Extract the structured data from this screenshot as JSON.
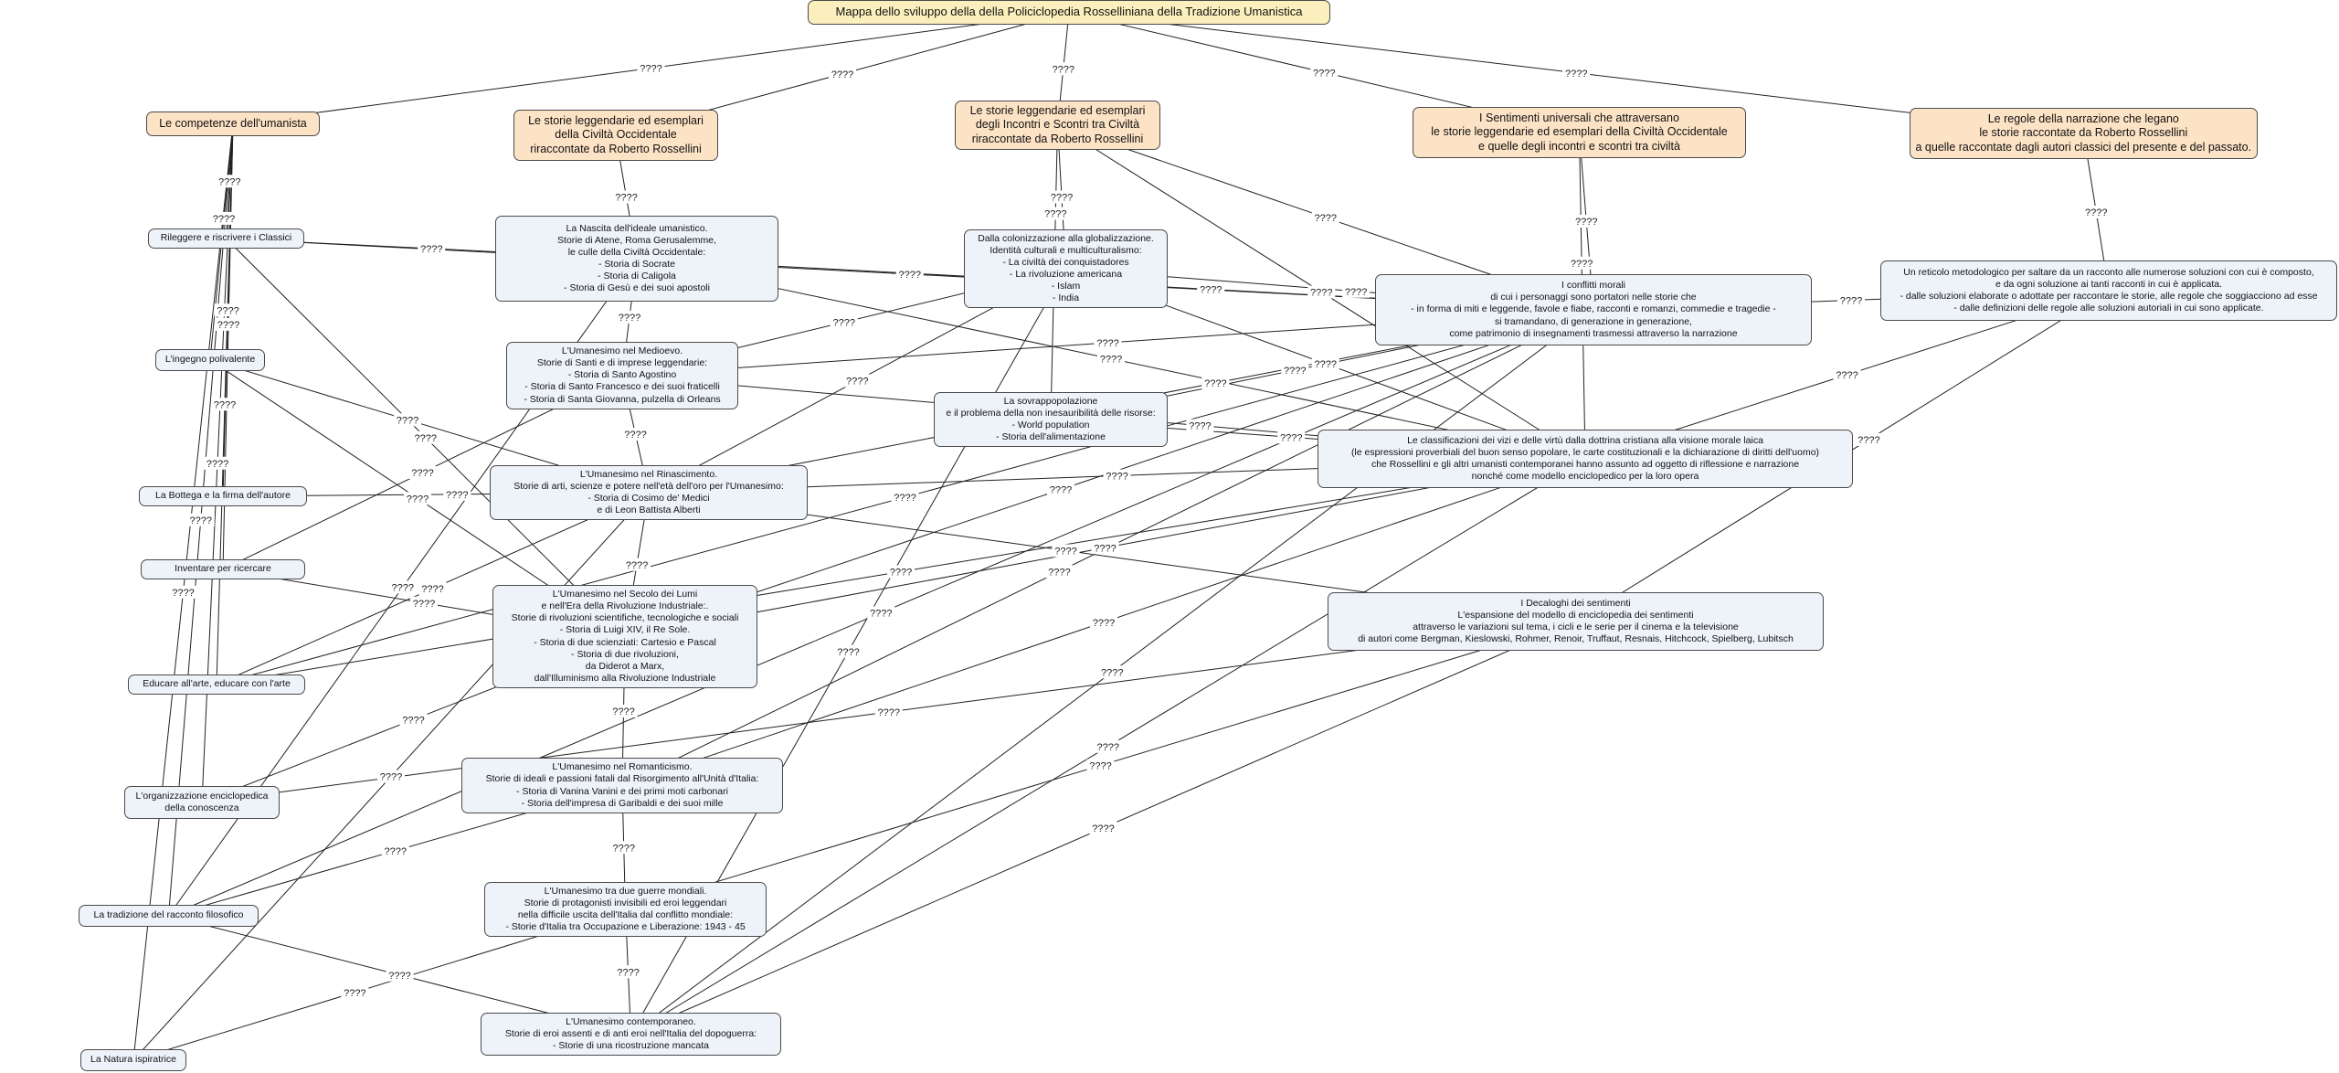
{
  "nodes": [
    {
      "id": "root",
      "kind": "root",
      "text": "Mappa dello sviluppo della della Policiclopedia Rosselliniana della Tradizione Umanistica"
    },
    {
      "id": "comp",
      "kind": "topic",
      "text": "Le competenze dell'umanista"
    },
    {
      "id": "civocc",
      "kind": "topic",
      "text": "Le storie leggendarie ed esemplari\ndella Civiltà Occidentale\nriraccontate da Roberto Rossellini"
    },
    {
      "id": "incontri",
      "kind": "topic",
      "text": "Le storie leggendarie ed esemplari\ndegli Incontri e Scontri tra Civiltà\nriraccontate da Roberto Rossellini"
    },
    {
      "id": "sentimenti",
      "kind": "topic",
      "text": "I Sentimenti universali che attraversano\nle storie leggendarie ed esemplari della Civiltà Occidentale\ne quelle degli incontri e scontri tra civiltà"
    },
    {
      "id": "regole",
      "kind": "topic",
      "text": "Le regole della narrazione che legano\nle storie raccontate da Roberto Rossellini\na quelle raccontate dagli autori classici del presente e del passato."
    },
    {
      "id": "nascita",
      "kind": "concept",
      "text": "La Nascita dell'ideale umanistico.\nStorie di Atene, Roma Gerusalemme,\nle culle della Civiltà Occidentale:\n- Storia di Socrate\n- Storia di Caligola\n- Storia di Gesù e dei suoi apostoli"
    },
    {
      "id": "colonizz",
      "kind": "concept",
      "text": "Dalla colonizzazione alla globalizzazione.\nIdentità culturali e multiculturalismo:\n- La civiltà dei conquistadores\n- La rivoluzione americana\n- Islam\n- India"
    },
    {
      "id": "conflitti",
      "kind": "concept",
      "text": "I conflitti morali\ndi cui i personaggi sono portatori nelle storie che\n- in forma di miti e leggende, favole e fiabe, racconti e romanzi, commedie e tragedie -\nsi tramandano, di generazione in generazione,\ncome patrimonio di insegnamenti trasmessi attraverso la narrazione"
    },
    {
      "id": "reticolo",
      "kind": "concept",
      "text": "Un reticolo metodologico per saltare da un racconto alle numerose soluzioni con cui è composto,\ne da ogni soluzione ai tanti racconti in cui è applicata.\n- dalle soluzioni elaborate o adottate per raccontare le storie, alle regole che soggiacciono ad esse\n- dalle definizioni delle regole alle soluzioni autoriali in cui sono applicate."
    },
    {
      "id": "medioevo",
      "kind": "concept",
      "text": "L'Umanesimo nel Medioevo.\nStorie di Santi e di imprese leggendarie:\n- Storia di Santo Agostino\n- Storia di Santo Francesco e dei suoi fraticelli\n- Storia di Santa Giovanna, pulzella di Orleans"
    },
    {
      "id": "sovrapp",
      "kind": "concept",
      "text": "La sovrappopolazione\ne il problema della non inesauribilità delle risorse:\n- World population\n- Storia dell'alimentazione"
    },
    {
      "id": "classif",
      "kind": "concept",
      "text": "Le classificazioni dei vizi e delle virtù dalla dottrina cristiana alla visione morale laica\n(le espressioni proverbiali del buon senso popolare, le carte costituzionali e la dichiarazione di diritti dell'uomo)\nche Rossellini e gli altri umanisti contemporanei hanno assunto ad oggetto di riflessione e narrazione\nnonché come modello enciclopedico per la loro opera"
    },
    {
      "id": "rinasc",
      "kind": "concept",
      "text": "L'Umanesimo nel Rinascimento.\nStorie di arti, scienze e potere nell'età dell'oro per l'Umanesimo:\n- Storia di Cosimo de' Medici\ne di Leon Battista Alberti"
    },
    {
      "id": "lumi",
      "kind": "concept",
      "text": "L'Umanesimo nel Secolo dei Lumi\ne nell'Era della Rivoluzione Industriale:.\nStorie di rivoluzioni scientifiche, tecnologiche e sociali\n- Storia di Luigi XIV, il Re Sole.\n- Storia di due scienziati: Cartesio e Pascal\n- Storia di due rivoluzioni,\nda Diderot a Marx,\ndall'Illuminismo alla Rivoluzione Industriale"
    },
    {
      "id": "decaloghi",
      "kind": "concept",
      "text": "I Decaloghi dei sentimenti\nL'espansione del modello di enciclopedia dei sentimenti\nattraverso le variazioni sul tema, i cicli e le serie per il cinema e la televisione\ndi autori come Bergman, Kieslowski, Rohmer, Renoir, Truffaut, Resnais, Hitchcock, Spielberg, Lubitsch"
    },
    {
      "id": "romant",
      "kind": "concept",
      "text": "L'Umanesimo nel Romanticismo.\nStorie di ideali e passioni fatali dal Risorgimento all'Unità d'Italia:\n- Storia di Vanina Vanini e dei primi moti carbonari\n- Storia dell'impresa di Garibaldi e dei suoi mille"
    },
    {
      "id": "guerre",
      "kind": "concept",
      "text": "L'Umanesimo tra due guerre mondiali.\nStorie di protagonisti invisibili ed eroi leggendari\nnella difficile uscita dell'Italia dal conflitto mondiale:\n- Storie d'Italia tra Occupazione e Liberazione: 1943 - 45"
    },
    {
      "id": "contemp",
      "kind": "concept",
      "text": "L'Umanesimo contemporaneo.\nStorie di eroi assenti e di anti eroi nell'Italia del dopoguerra:\n- Storie di una ricostruzione mancata"
    },
    {
      "id": "rileggere",
      "kind": "concept",
      "text": "Rileggere e riscrivere i Classici"
    },
    {
      "id": "ingegno",
      "kind": "concept",
      "text": "L'ingegno polivalente"
    },
    {
      "id": "bottega",
      "kind": "concept",
      "text": "La Bottega e la firma dell'autore"
    },
    {
      "id": "inventare",
      "kind": "concept",
      "text": "Inventare per ricercare"
    },
    {
      "id": "educare",
      "kind": "concept",
      "text": "Educare all'arte, educare con l'arte"
    },
    {
      "id": "organizz",
      "kind": "concept",
      "text": "L'organizzazione enciclopedica\ndella conoscenza"
    },
    {
      "id": "tradizione",
      "kind": "concept",
      "text": "La tradizione del racconto filosofico"
    },
    {
      "id": "natura",
      "kind": "concept",
      "text": "La Natura ispiratrice"
    }
  ],
  "edges": [
    {
      "from": "root",
      "to": "comp",
      "label": "????"
    },
    {
      "from": "root",
      "to": "civocc",
      "label": "????"
    },
    {
      "from": "root",
      "to": "incontri",
      "label": "????"
    },
    {
      "from": "root",
      "to": "sentimenti",
      "label": "????"
    },
    {
      "from": "root",
      "to": "regole",
      "label": "????"
    },
    {
      "from": "comp",
      "to": "rileggere",
      "label": "????"
    },
    {
      "from": "comp",
      "to": "ingegno",
      "label": "????"
    },
    {
      "from": "comp",
      "to": "bottega",
      "label": "????"
    },
    {
      "from": "comp",
      "to": "inventare",
      "label": "????"
    },
    {
      "from": "comp",
      "to": "educare",
      "label": "????"
    },
    {
      "from": "comp",
      "to": "organizz",
      "label": "????"
    },
    {
      "from": "comp",
      "to": "tradizione",
      "label": "????"
    },
    {
      "from": "comp",
      "to": "natura",
      "label": "????"
    },
    {
      "from": "civocc",
      "to": "nascita",
      "label": "????"
    },
    {
      "from": "nascita",
      "to": "medioevo",
      "label": "????"
    },
    {
      "from": "medioevo",
      "to": "rinasc",
      "label": "????"
    },
    {
      "from": "rinasc",
      "to": "lumi",
      "label": "????"
    },
    {
      "from": "lumi",
      "to": "romant",
      "label": "????"
    },
    {
      "from": "romant",
      "to": "guerre",
      "label": "????"
    },
    {
      "from": "guerre",
      "to": "contemp",
      "label": "????"
    },
    {
      "from": "incontri",
      "to": "colonizz",
      "label": "????"
    },
    {
      "from": "incontri",
      "to": "sovrapp",
      "label": "????"
    },
    {
      "from": "incontri",
      "to": "conflitti",
      "label": "????"
    },
    {
      "from": "incontri",
      "to": "classif",
      "label": "????"
    },
    {
      "from": "sentimenti",
      "to": "conflitti",
      "label": "????"
    },
    {
      "from": "sentimenti",
      "to": "classif",
      "label": "????"
    },
    {
      "from": "regole",
      "to": "reticolo",
      "label": "????"
    },
    {
      "from": "conflitti",
      "to": "reticolo",
      "label": "????"
    },
    {
      "from": "reticolo",
      "to": "classif",
      "label": "????"
    },
    {
      "from": "reticolo",
      "to": "decaloghi",
      "label": "????"
    },
    {
      "from": "nascita",
      "to": "conflitti",
      "label": "????"
    },
    {
      "from": "nascita",
      "to": "classif",
      "label": "????"
    },
    {
      "from": "medioevo",
      "to": "conflitti",
      "label": "????"
    },
    {
      "from": "medioevo",
      "to": "classif",
      "label": "????"
    },
    {
      "from": "medioevo",
      "to": "colonizz",
      "label": "????"
    },
    {
      "from": "rinasc",
      "to": "conflitti",
      "label": "????"
    },
    {
      "from": "rinasc",
      "to": "classif",
      "label": "????"
    },
    {
      "from": "rinasc",
      "to": "colonizz",
      "label": "????"
    },
    {
      "from": "lumi",
      "to": "conflitti",
      "label": "????"
    },
    {
      "from": "lumi",
      "to": "classif",
      "label": "????"
    },
    {
      "from": "romant",
      "to": "conflitti",
      "label": "????"
    },
    {
      "from": "romant",
      "to": "classif",
      "label": "????"
    },
    {
      "from": "guerre",
      "to": "decaloghi",
      "label": "????"
    },
    {
      "from": "contemp",
      "to": "conflitti",
      "label": "????"
    },
    {
      "from": "contemp",
      "to": "classif",
      "label": "????"
    },
    {
      "from": "contemp",
      "to": "decaloghi",
      "label": "????"
    },
    {
      "from": "contemp",
      "to": "colonizz",
      "label": "????"
    },
    {
      "from": "colonizz",
      "to": "conflitti",
      "label": "????"
    },
    {
      "from": "colonizz",
      "to": "classif",
      "label": "????"
    },
    {
      "from": "sovrapp",
      "to": "conflitti",
      "label": "????"
    },
    {
      "from": "sovrapp",
      "to": "classif",
      "label": "????"
    },
    {
      "from": "rileggere",
      "to": "nascita",
      "label": "????"
    },
    {
      "from": "rileggere",
      "to": "lumi",
      "label": "????"
    },
    {
      "from": "rileggere",
      "to": "conflitti",
      "label": "????"
    },
    {
      "from": "ingegno",
      "to": "rinasc",
      "label": "????"
    },
    {
      "from": "ingegno",
      "to": "lumi",
      "label": "????"
    },
    {
      "from": "bottega",
      "to": "rinasc",
      "label": "????"
    },
    {
      "from": "inventare",
      "to": "medioevo",
      "label": "????"
    },
    {
      "from": "inventare",
      "to": "lumi",
      "label": "????"
    },
    {
      "from": "educare",
      "to": "rinasc",
      "label": "????"
    },
    {
      "from": "educare",
      "to": "classif",
      "label": "????"
    },
    {
      "from": "educare",
      "to": "conflitti",
      "label": "????"
    },
    {
      "from": "organizz",
      "to": "lumi",
      "label": "????"
    },
    {
      "from": "organizz",
      "to": "decaloghi",
      "label": "????"
    },
    {
      "from": "tradizione",
      "to": "nascita",
      "label": "????"
    },
    {
      "from": "tradizione",
      "to": "romant",
      "label": "????"
    },
    {
      "from": "tradizione",
      "to": "contemp",
      "label": "????"
    },
    {
      "from": "tradizione",
      "to": "conflitti",
      "label": "????"
    },
    {
      "from": "natura",
      "to": "guerre",
      "label": "????"
    },
    {
      "from": "natura",
      "to": "rinasc",
      "label": "????"
    },
    {
      "from": "rinasc",
      "to": "decaloghi",
      "label": "????"
    }
  ],
  "colors": {
    "root": "#fbf0bd",
    "topic": "#fde3c6",
    "concept": "#eef3fa",
    "border": "#4a4a4a",
    "line": "#222222"
  }
}
